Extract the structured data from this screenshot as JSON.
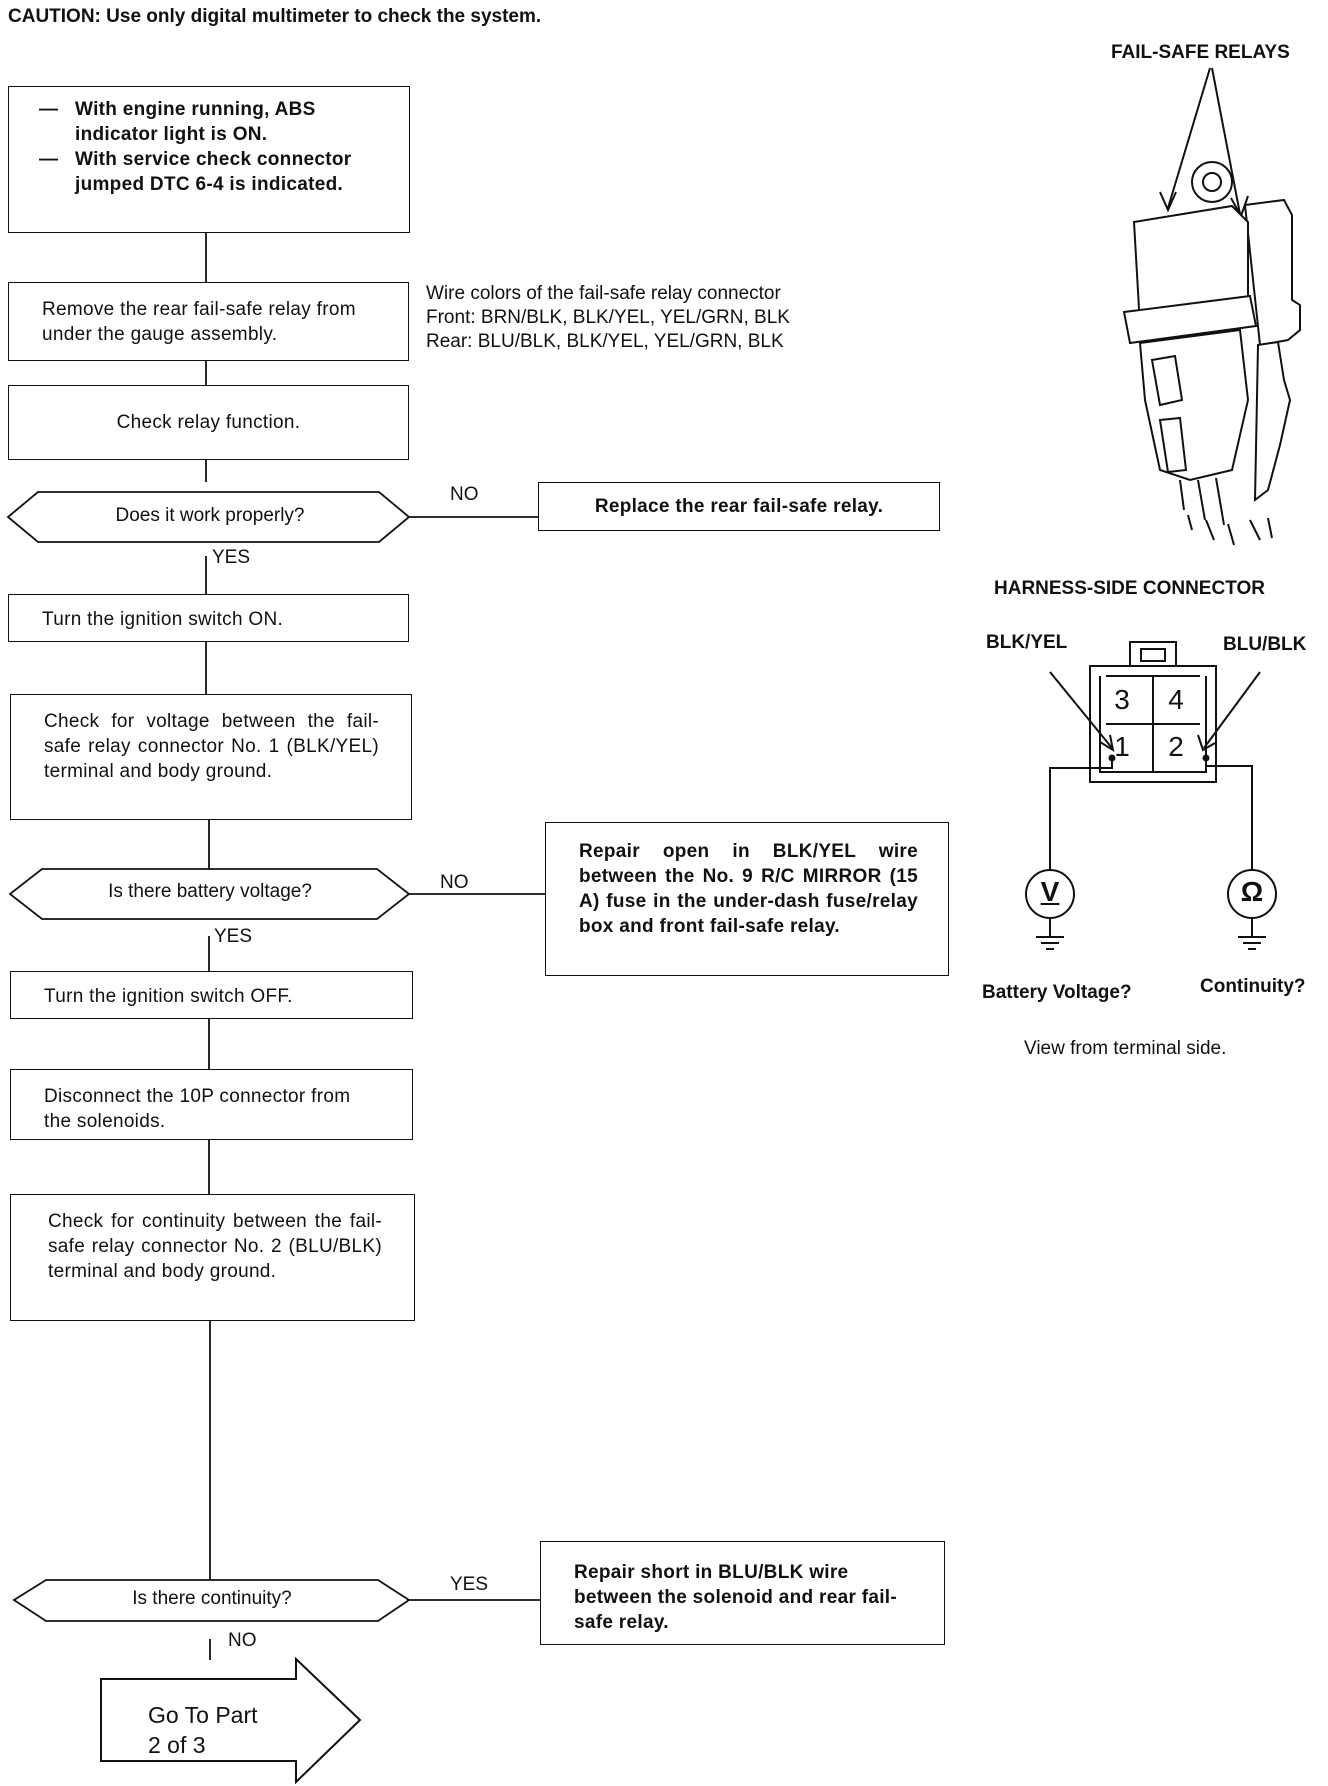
{
  "caution": "CAUTION:  Use only digital multimeter to check the system.",
  "flow": {
    "start_lines": [
      "With engine running, ABS indicator light is ON.",
      "With service check connector jumped DTC 6-4 is indicated."
    ],
    "remove_relay": "Remove the rear fail-safe relay from under the gauge assembly.",
    "wire_colors": {
      "title": "Wire colors of the fail-safe relay connector",
      "front": "Front: BRN/BLK, BLK/YEL, YEL/GRN, BLK",
      "rear": "Rear:  BLU/BLK, BLK/YEL, YEL/GRN, BLK"
    },
    "check_relay": "Check relay function.",
    "q_work": "Does it work properly?",
    "replace_relay": "Replace the rear fail-safe relay.",
    "ign_on": "Turn the ignition switch ON.",
    "check_voltage": "Check for voltage between the fail-safe relay connector No. 1 (BLK/YEL) terminal and body ground.",
    "q_voltage": "Is there battery voltage?",
    "repair_open": "Repair open in BLK/YEL wire between the No. 9 R/C MIRROR (15 A) fuse in the under-dash fuse/relay box and front fail-safe relay.",
    "ign_off": "Turn the ignition switch OFF.",
    "disconnect": "Disconnect the 10P connector from the solenoids.",
    "check_continuity": "Check for continuity between the fail-safe relay connector No. 2 (BLU/BLK) terminal and body ground.",
    "q_continuity": "Is there continuity?",
    "repair_short": "Repair short in BLU/BLK wire between the solenoid and rear fail-safe relay.",
    "goto": [
      "Go To Part",
      "2 of 3"
    ]
  },
  "answers": {
    "no": "NO",
    "yes": "YES"
  },
  "figure": {
    "relays_title": "FAIL-SAFE RELAYS",
    "connector_title": "HARNESS-SIDE CONNECTOR",
    "left_wire": "BLK/YEL",
    "right_wire": "BLU/BLK",
    "pins": [
      "3",
      "4",
      "1",
      "2"
    ],
    "voltmeter_symbol": "V",
    "ohmmeter_symbol": "Ω",
    "battery_label": "Battery Voltage?",
    "continuity_label": "Continuity?",
    "view_note": "View from terminal side."
  }
}
